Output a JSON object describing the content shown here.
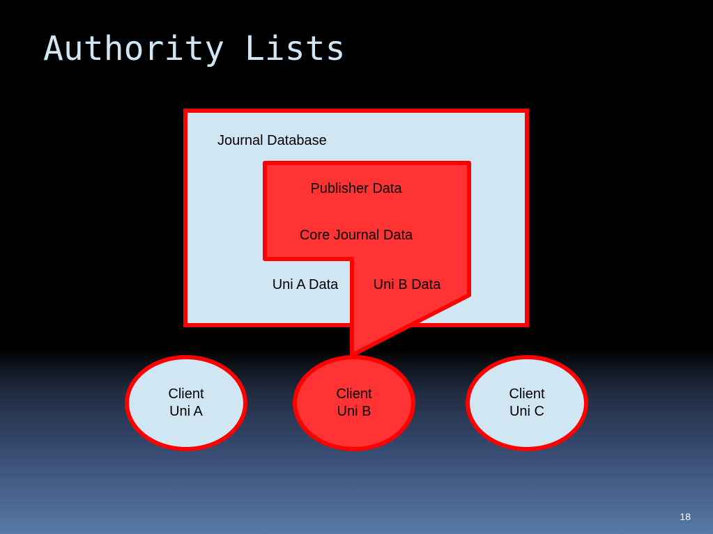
{
  "slide": {
    "title": "Authority Lists",
    "number": "18"
  },
  "diagram": {
    "database_label": "Journal Database",
    "publisher_label": "Publisher Data",
    "core_label": "Core Journal Data",
    "uni_a_data_label": "Uni A Data",
    "uni_b_data_label": "Uni B Data",
    "clients": [
      {
        "line1": "Client",
        "line2": "Uni A"
      },
      {
        "line1": "Client",
        "line2": "Uni B"
      },
      {
        "line1": "Client",
        "line2": "Uni C"
      }
    ]
  },
  "colors": {
    "light_fill": "#d0e6f3",
    "red_fill": "#ff3333",
    "red_stroke": "#ff0000",
    "title_color": "#cfe6f5"
  }
}
